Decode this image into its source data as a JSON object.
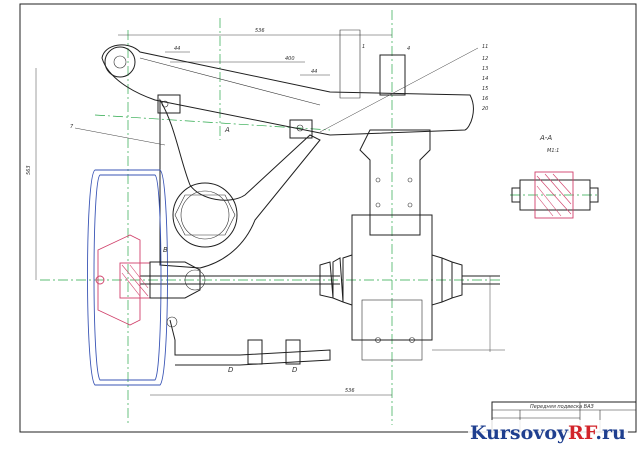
{
  "labels": {
    "part_1": "1",
    "part_4": "4",
    "part_7": "7",
    "section_aa": "A-A",
    "section_scale": "M1:1",
    "dim_top": "536",
    "dim_44a": "44",
    "dim_44b": "44",
    "dim_400": "400",
    "dim_left": "563",
    "dim_bottom": "536",
    "mark_a": "A",
    "mark_b": "B",
    "mark_d_left": "D",
    "mark_d_right": "D"
  },
  "callouts": [
    "11",
    "12",
    "13",
    "14",
    "15",
    "16",
    "20"
  ],
  "title_block": {
    "name": "Передняя подвеска ВАЗ"
  },
  "watermark": {
    "part1": "Kursovoy",
    "part2": "RF",
    "part3": ".ru"
  },
  "colors": {
    "accent_pink": "#d0406a",
    "axis_green": "#2aa84a",
    "tire_blue": "#3a55b5",
    "watermark_blue": "#1f3f8f",
    "watermark_red": "#d2242a"
  }
}
